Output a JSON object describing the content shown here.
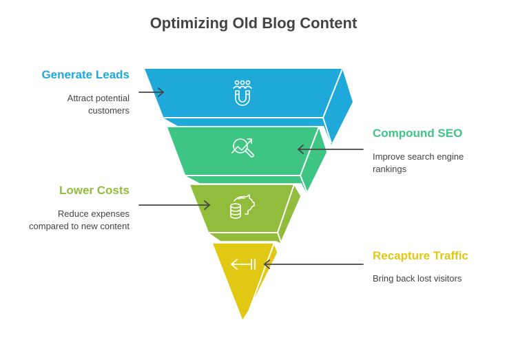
{
  "title": "Optimizing Old Blog Content",
  "colors": {
    "blue": "#1fa9da",
    "green": "#3ec583",
    "olive": "#92bc3b",
    "yellow": "#e0c813",
    "text": "#444444",
    "arrow": "#444444"
  },
  "stages": [
    {
      "label": "Generate Leads",
      "description_lines": [
        "Attract potential",
        "customers"
      ],
      "icon": "magnet-people-icon",
      "color": "#1fa9da",
      "side": "left"
    },
    {
      "label": "Compound SEO",
      "description_lines": [
        "Improve search engine",
        "rankings"
      ],
      "icon": "chart-search-icon",
      "color": "#3ec583",
      "side": "right"
    },
    {
      "label": "Lower Costs",
      "description_lines": [
        "Reduce expenses",
        "compared to new content"
      ],
      "icon": "coins-piggy-bank-icon",
      "color": "#92bc3b",
      "side": "left"
    },
    {
      "label": "Recapture Traffic",
      "description_lines": [
        "Bring back lost visitors"
      ],
      "icon": "arrow-left-bar-icon",
      "color": "#e0c813",
      "side": "right"
    }
  ]
}
